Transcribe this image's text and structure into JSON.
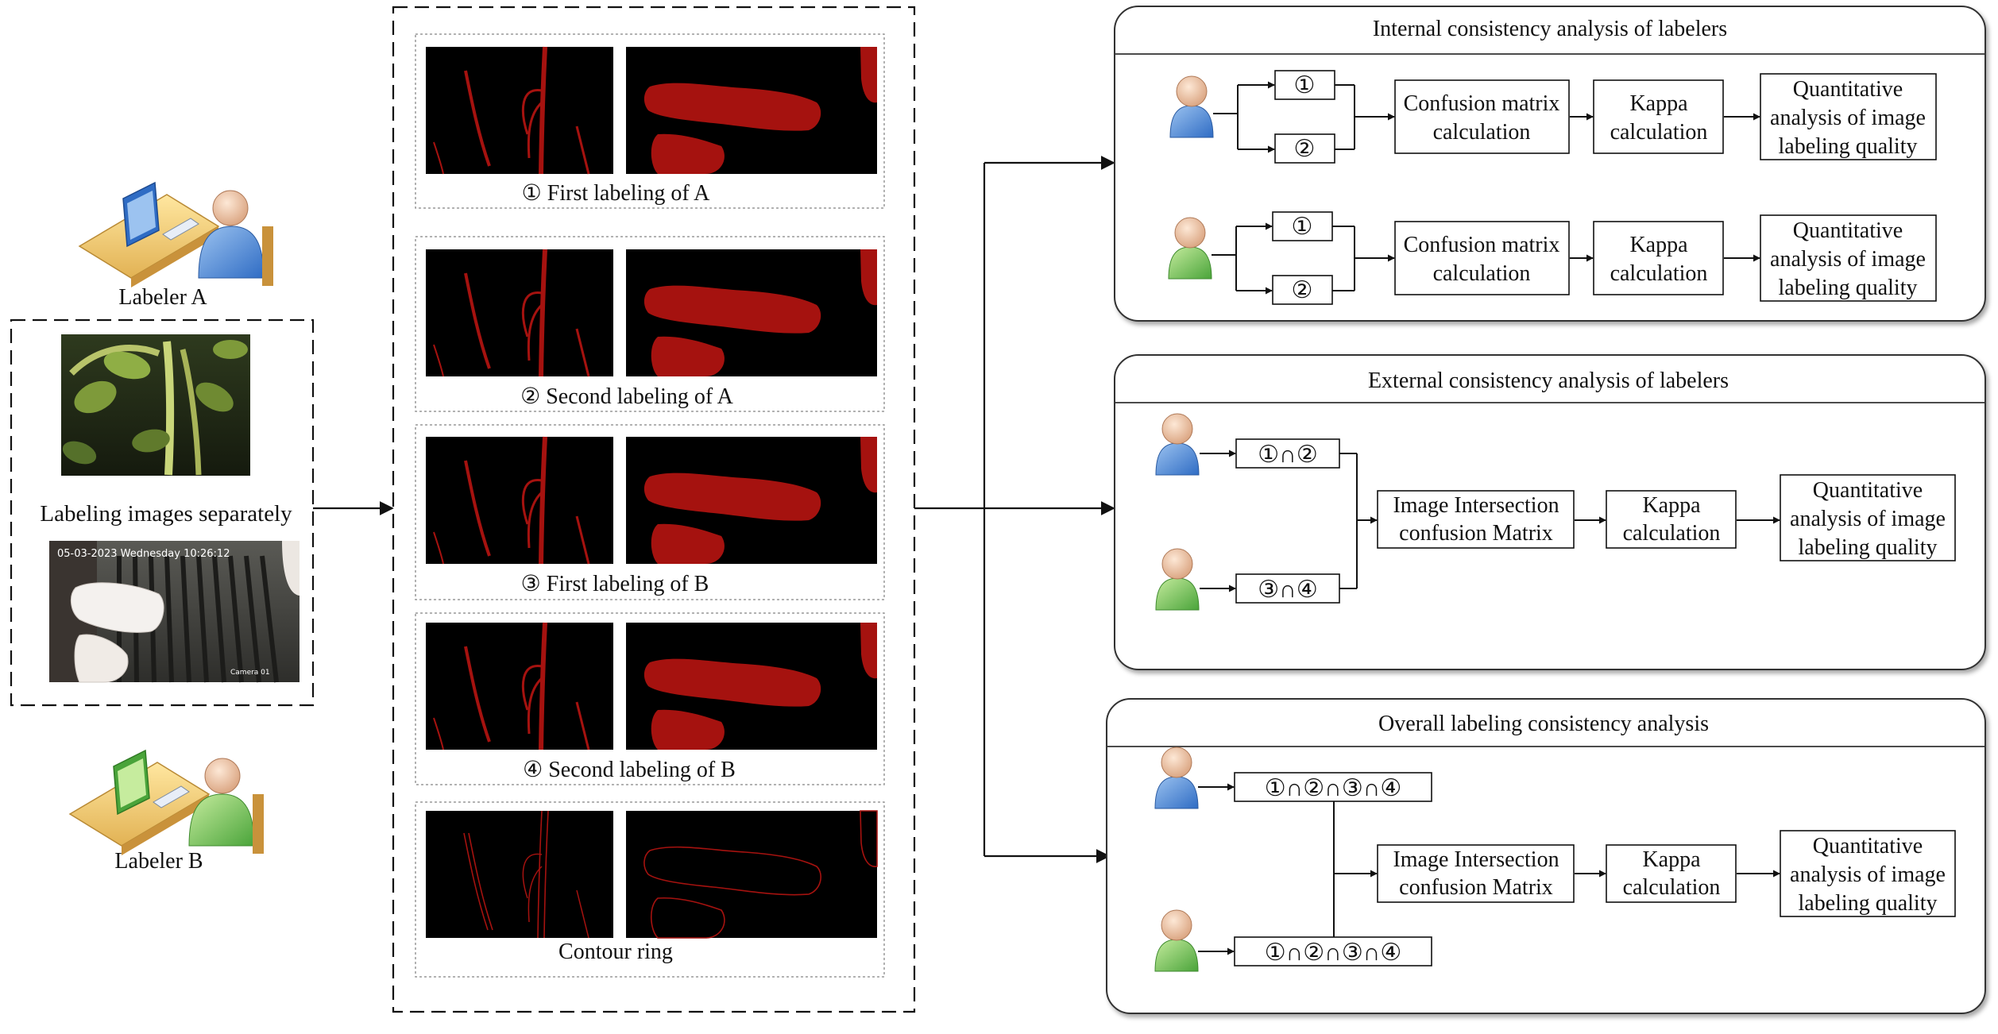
{
  "labelers": {
    "a_label": "Labeler A",
    "b_label": "Labeler B"
  },
  "input": {
    "caption": "Labeling images separately",
    "timestamp": "05-03-2023 Wednesday 10:26:12",
    "camera": "Camera 01"
  },
  "labelings": {
    "first_a": "① First labeling of A",
    "second_a": "② Second labeling of A",
    "first_b": "③ First labeling of B",
    "second_b": "④ Second labeling of B",
    "contour": "Contour ring"
  },
  "internal": {
    "title": "Internal consistency analysis of labelers",
    "mark1": "①",
    "mark2": "②",
    "confusion_1": "Confusion matrix",
    "confusion_2": "calculation",
    "kappa_1": "Kappa",
    "kappa_2": "calculation",
    "quant_1": "Quantitative",
    "quant_2": "analysis of image",
    "quant_3": "labeling quality"
  },
  "external": {
    "title": "External consistency analysis of labelers",
    "set_a": "①∩②",
    "set_b": "③∩④",
    "matrix_1": "Image Intersection",
    "matrix_2": "confusion Matrix",
    "kappa_1": "Kappa",
    "kappa_2": "calculation",
    "quant_1": "Quantitative",
    "quant_2": "analysis of image",
    "quant_3": "labeling quality"
  },
  "overall": {
    "title": "Overall labeling consistency analysis",
    "set": "①∩②∩③∩④",
    "matrix_1": "Image Intersection",
    "matrix_2": "confusion Matrix",
    "kappa_1": "Kappa",
    "kappa_2": "calculation",
    "quant_1": "Quantitative",
    "quant_2": "analysis of image",
    "quant_3": "labeling quality"
  },
  "colors": {
    "mask": "#a5120f",
    "blue_user": "#4a86d6",
    "green_user": "#6cc04a",
    "skin": "#f2c9a8"
  }
}
